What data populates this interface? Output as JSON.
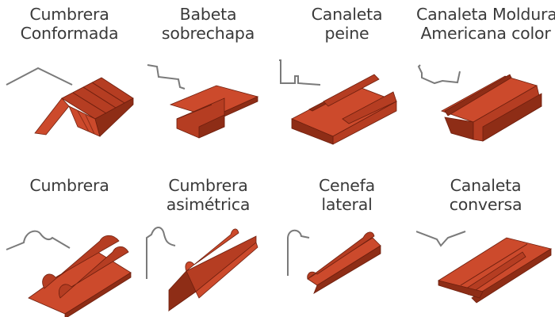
{
  "colors": {
    "metal_light": "#cc4a2c",
    "metal_mid": "#b53d22",
    "metal_dark": "#8e2d16",
    "edge": "#6e1f0e",
    "profile_line": "#7a7a7a",
    "text": "#3a3a3a"
  },
  "products": [
    {
      "lines": [
        "Cumbrera",
        "Conformada"
      ],
      "profile_icon": "ridge-angle-profile-icon"
    },
    {
      "lines": [
        "Babeta",
        "sobrechapa"
      ],
      "profile_icon": "step-flashing-profile-icon"
    },
    {
      "lines": [
        "Canaleta",
        "peine"
      ],
      "profile_icon": "comb-gutter-profile-icon"
    },
    {
      "lines": [
        "Canaleta Moldura",
        "Americana color"
      ],
      "profile_icon": "american-gutter-profile-icon"
    },
    {
      "lines": [
        "Cumbrera"
      ],
      "profile_icon": "rounded-ridge-profile-icon"
    },
    {
      "lines": [
        "Cumbrera",
        "asimétrica"
      ],
      "profile_icon": "asymmetric-ridge-profile-icon"
    },
    {
      "lines": [
        "Cenefa",
        "lateral"
      ],
      "profile_icon": "side-fascia-profile-icon"
    },
    {
      "lines": [
        "Canaleta",
        "conversa"
      ],
      "profile_icon": "valley-gutter-profile-icon"
    }
  ]
}
